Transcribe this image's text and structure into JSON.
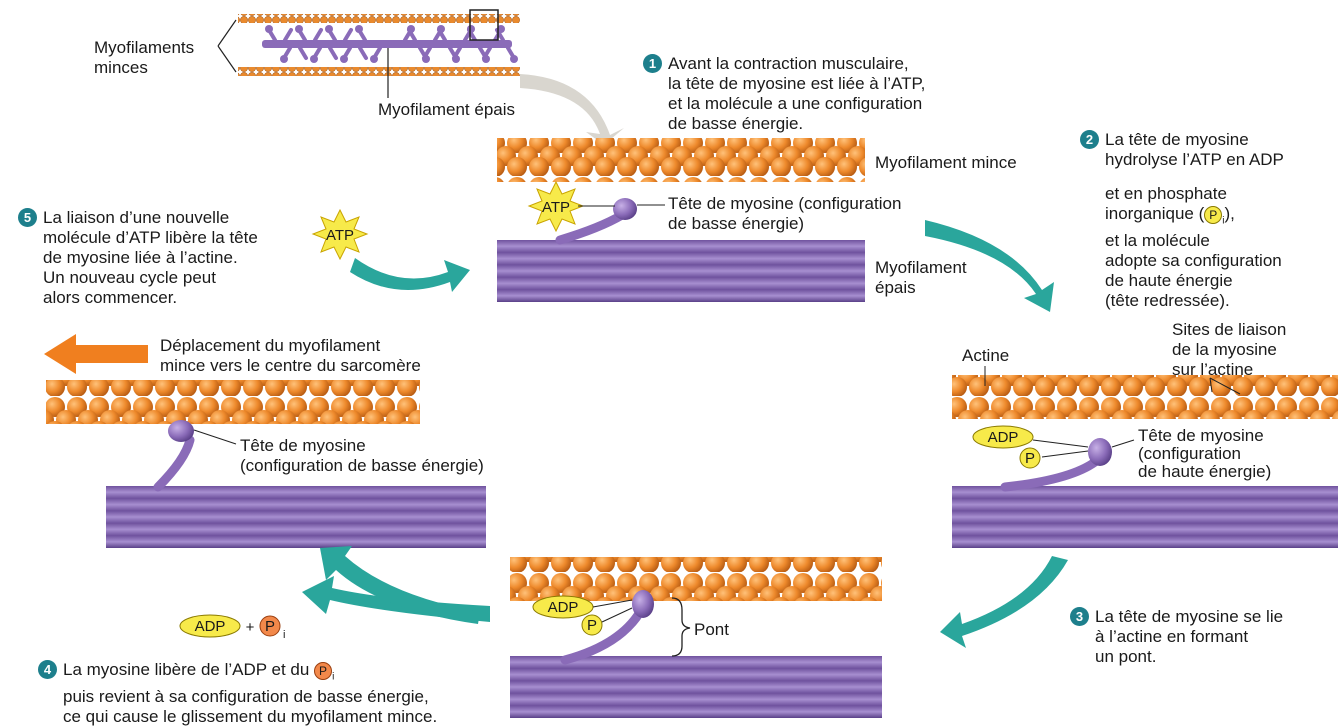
{
  "labels": {
    "thin_myofilaments": [
      "Myofilaments",
      "minces"
    ],
    "thick_myofilament": "Myofilament épais",
    "thin_myofilament": "Myofilament mince",
    "myosin_head_low": [
      "Tête de myosine (configuration",
      "de basse énergie)"
    ],
    "thick_myofilament_2": [
      "Myofilament",
      "épais"
    ],
    "actin": "Actine",
    "binding_sites": [
      "Sites de liaison",
      "de la myosine",
      "sur l’actine"
    ],
    "myosin_head_high": [
      "Tête de myosine",
      "(configuration",
      "de haute énergie)"
    ],
    "bridge": "Pont",
    "myosin_head_low_left": [
      "Tête de myosine",
      "(configuration de basse énergie)"
    ],
    "displacement": [
      "Déplacement du myofilament",
      "mince vers le centre du sarcomère"
    ],
    "atp": "ATP",
    "adp": "ADP",
    "pi_letter": "P",
    "pi_sub": "i",
    "plus": "+"
  },
  "steps": [
    {
      "number": "1",
      "lines": [
        "Avant la contraction musculaire,",
        "la tête de myosine est liée à l’ATP,",
        "et la molécule a une configuration",
        "de basse énergie."
      ]
    },
    {
      "number": "2",
      "lines": [
        "La tête de myosine",
        "hydrolyse l’ATP en ADP",
        "",
        "et en phosphate",
        "inorganique (",
        "et la molécule",
        "adopte sa configuration",
        "de haute énergie",
        "(tête redressée)."
      ],
      "pi_suffix": "),"
    },
    {
      "number": "3",
      "lines": [
        "La tête de myosine se lie",
        "à l’actine en formant",
        "un pont."
      ]
    },
    {
      "number": "4",
      "lines": [
        "La myosine libère de l’ADP et du",
        "puis revient à sa configuration de basse énergie,",
        "ce qui cause le glissement du myofilament mince."
      ]
    },
    {
      "number": "5",
      "lines": [
        "La liaison d’une nouvelle",
        "molécule d’ATP libère la tête",
        "de myosine liée à l’actine.",
        "Un nouveau cycle peut",
        "alors commencer."
      ]
    }
  ],
  "colors": {
    "actin": "#e8862a",
    "actin_dark": "#b85a10",
    "myosin": "#8a6bb8",
    "myosin_dark": "#5a4088",
    "arrow_teal": "#2aa69c",
    "arrow_orange": "#f07f1f",
    "step_badge": "#1d7f8c",
    "yellow": "#f7ea4a"
  }
}
